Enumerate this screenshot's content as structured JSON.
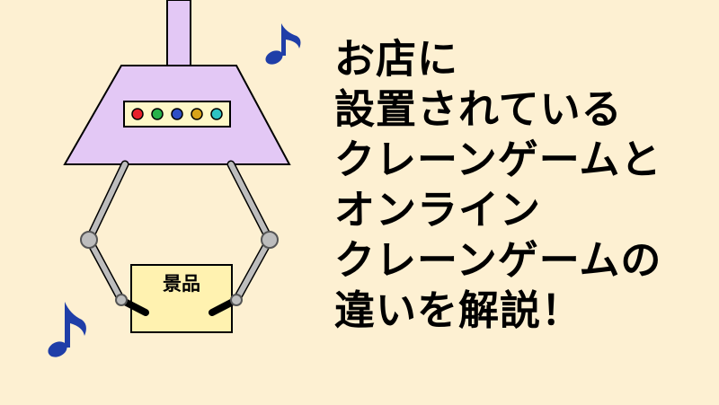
{
  "headline": {
    "lines": [
      "お店に",
      "設置されている",
      "クレーンゲームと",
      "オンライン",
      "クレーンゲームの",
      "違いを解説！"
    ]
  },
  "machine": {
    "prize_label": "景品",
    "lamp_colors": [
      "#E8202A",
      "#27B24A",
      "#2E4FC6",
      "#D7A319",
      "#2EC3C3"
    ],
    "body_color": "#E3C8F5",
    "panel_color": "#FFF8C8",
    "prize_color": "#FFF2B0"
  },
  "notes": {
    "color": "#1F3EA8"
  }
}
